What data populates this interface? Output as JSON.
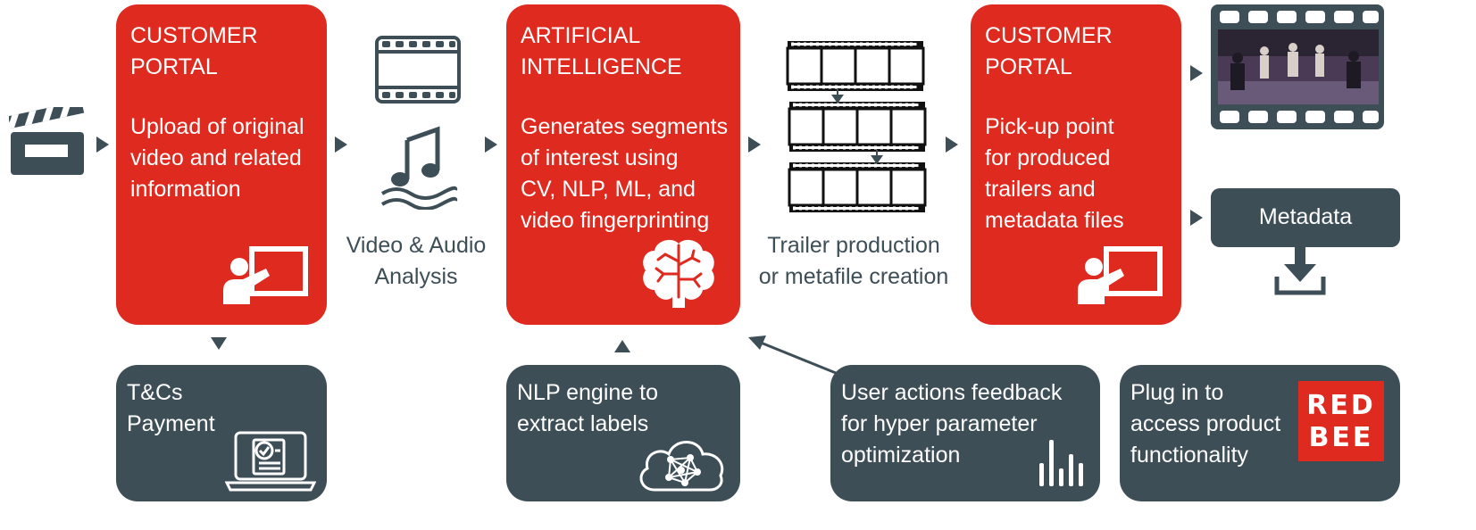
{
  "portal_in": {
    "title": "CUSTOMER\nPORTAL",
    "body": "Upload of original\nvideo and related\ninformation",
    "icon": "presentation-teacher-icon"
  },
  "analysis": {
    "caption": "Video & Audio\nAnalysis",
    "icons": [
      "film-strip-icon",
      "music-notes-icon"
    ]
  },
  "ai": {
    "title": "ARTIFICIAL\nINTELLIGENCE",
    "body": "Generates segments\nof interest using\nCV, NLP, ML, and\nvideo fingerprinting",
    "icon": "brain-icon"
  },
  "production": {
    "caption": "Trailer production\nor metafile creation",
    "icon": "film-strips-icon"
  },
  "portal_out": {
    "title": "CUSTOMER\nPORTAL",
    "body": "Pick-up point\nfor produced\ntrailers and\nmetadata files",
    "icon": "presentation-teacher-icon"
  },
  "outputs": {
    "metadata_label": "Metadata",
    "icons": [
      "video-thumbnail-icon",
      "download-icon"
    ]
  },
  "bottom": {
    "tcs": "T&Cs\nPayment",
    "nlp": "NLP engine to\nextract labels",
    "feedback": "User actions feedback\nfor hyper parameter\noptimization",
    "plugin": "Plug in to\naccess product\nfunctionality",
    "logo": "RED\nBEE"
  },
  "colors": {
    "red": "#de2a1f",
    "dark": "#3d4e57",
    "white": "#ffffff"
  }
}
